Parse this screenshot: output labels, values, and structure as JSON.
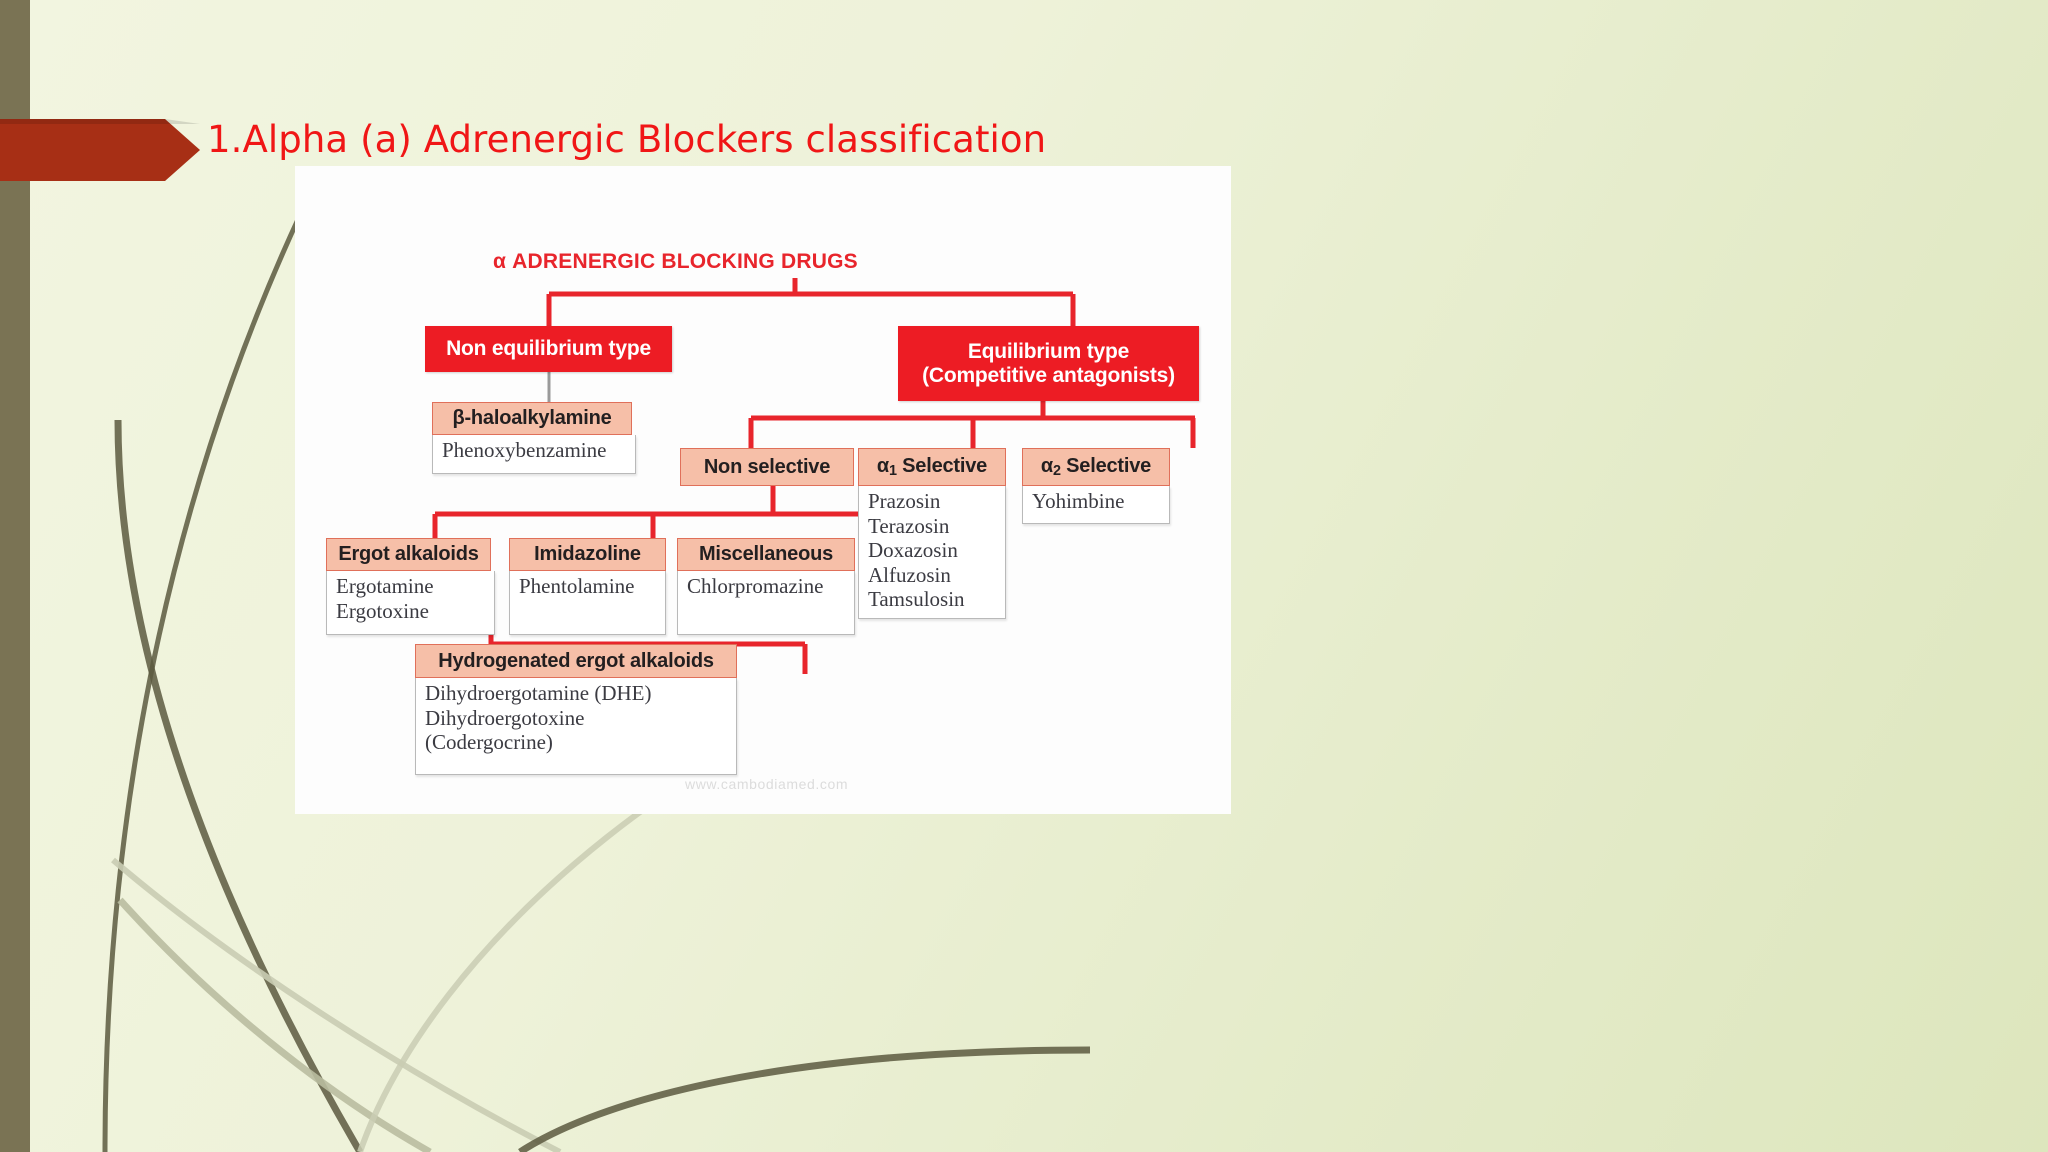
{
  "slide": {
    "title": "1.Alpha (a) Adrenergic Blockers classification",
    "title_color": "#f01616",
    "banner_color": "#a72f15",
    "background_color": "#eef2d9",
    "left_bar_color": "#7a7354"
  },
  "diagram": {
    "root": "α ADRENERGIC BLOCKING DRUGS",
    "root_color": "#e8252c",
    "watermark": "www.cambodiamed.com",
    "canvas_color": "#fdfdfd",
    "nodes": {
      "non_equilibrium": {
        "label": "Non equilibrium type"
      },
      "equilibrium_line1": {
        "label": "Equilibrium type"
      },
      "equilibrium_line2": {
        "label": "(Competitive antagonists)"
      },
      "haloalkylamine": {
        "header": "β-haloalkylamine",
        "items": [
          "Phenoxybenzamine"
        ]
      },
      "non_selective": {
        "header": "Non selective"
      },
      "alpha1_selective": {
        "header_alpha": "α",
        "header_sub": "1",
        "header_rest": " Selective",
        "items": [
          "Prazosin",
          "Terazosin",
          "Doxazosin",
          "Alfuzosin",
          "Tamsulosin"
        ]
      },
      "alpha2_selective": {
        "header_alpha": "α",
        "header_sub": "2",
        "header_rest": " Selective",
        "items": [
          "Yohimbine"
        ]
      },
      "ergot_alkaloids": {
        "header": "Ergot alkaloids",
        "items": [
          "Ergotamine",
          "Ergotoxine"
        ]
      },
      "imidazoline": {
        "header": "Imidazoline",
        "items": [
          "Phentolamine"
        ]
      },
      "miscellaneous": {
        "header": "Miscellaneous",
        "items": [
          "Chlorpromazine"
        ]
      },
      "hydrogenated_ergot": {
        "header": "Hydrogenated ergot alkaloids",
        "items": [
          "Dihydroergotamine (DHE)",
          "Dihydroergotoxine",
          " (Codergocrine)"
        ]
      }
    }
  }
}
